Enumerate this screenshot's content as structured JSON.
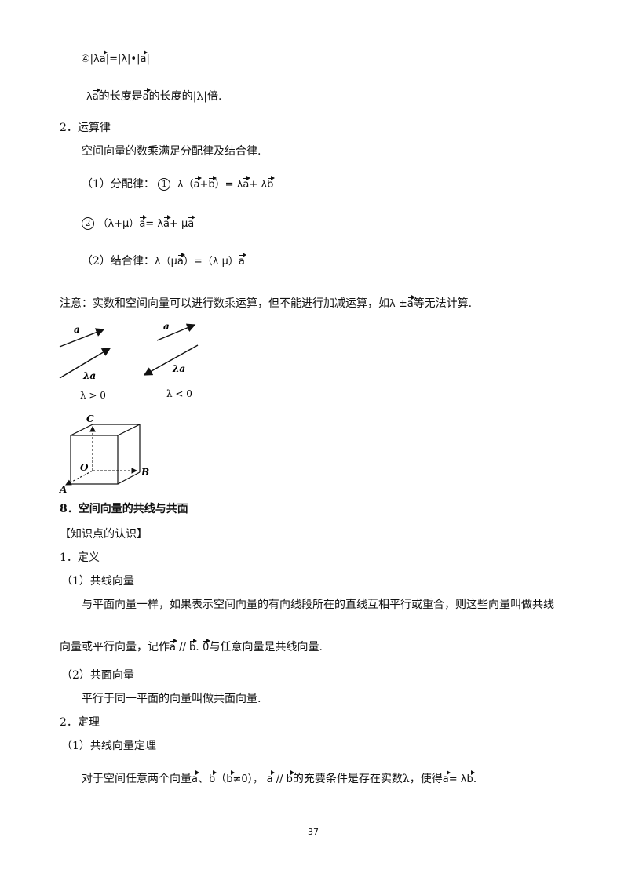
{
  "items": {
    "p4_num": "④",
    "p4_lhs_open": "|λ",
    "vec_a": "a",
    "vec_b": "b",
    "vec_0": "0",
    "p4_rhs": "|=|λ|•|",
    "bar": "|",
    "lambda": "λ",
    "p5_mid": "的长度是",
    "p5_tail": "的长度的|λ|倍.",
    "sec2_title": "2．运算律",
    "sec2_text": "空间向量的数乘满足分配律及结合律.",
    "dist_label": "（1）分配律：",
    "circ1": "1",
    "circ2": "2",
    "dist1_open": "λ（",
    "plus": "+",
    "dist1_mid": "）= λ",
    "dist1_plus": "+ λ",
    "dist2_open": "（λ+μ）",
    "eq": "=",
    "dist2_rhs_l": " λ",
    "dist2_plus": "+ μ",
    "assoc_label": "（2）结合律：",
    "assoc_l": "λ（μ",
    "assoc_m": "）=（λ μ）",
    "note_lead": "注意：实数和空间向量可以进行数乘运算，但不能进行加减运算，如",
    "note_pm": "λ ±",
    "note_tail": "等无法计算.",
    "fig_a": "a",
    "fig_la": "λa",
    "fig_gt": "λ > 0",
    "fig_lt": "λ < 0",
    "cube_c": "C",
    "cube_o": "O",
    "cube_b": "B",
    "cube_a": "A",
    "sec8_title": "8．空间向量的共线与共面",
    "kp_title": "【知识点的认识】",
    "def_title": "1．定义",
    "col_title": "（1）共线向量",
    "col_text1": "与平面向量一样，如果表示空间向量的有向线段所在的直线互相平行或重合，则这些向量叫做共线",
    "col_text2_lead": "向量或平行向量，记作",
    "par": " // ",
    "col_text2_mid": ".",
    "col_text2_tail": "与任意向量是共线向量.",
    "cop_title": "（2）共面向量",
    "cop_text": "平行于同一平面的向量叫做共面向量.",
    "thm_title": "2．定理",
    "thm1_title": "（1）共线向量定理",
    "thm_lead": "对于空间任意两个向量",
    "comma": "、",
    "thm_paren_open": "（",
    "neq0": "≠0），",
    "thm_mid": "的充要条件是存在实数λ，使得",
    "eq_lam": "= λ",
    "period": ".",
    "page_number": "37"
  }
}
